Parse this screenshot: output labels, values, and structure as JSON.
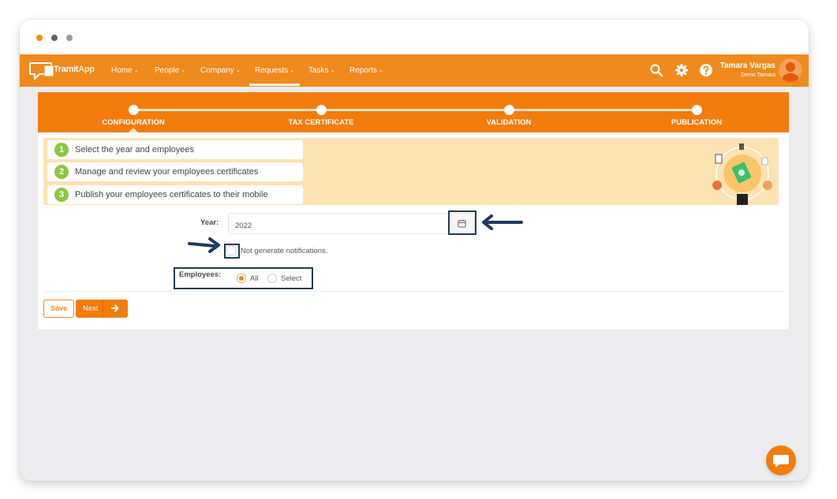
{
  "window": {
    "dots": [
      "orange",
      "gray",
      "gray"
    ],
    "dot_colors": [
      "#f08a1c",
      "#606060",
      "#9a9a9a"
    ]
  },
  "navbar": {
    "brand_bold": "Tramit",
    "brand_light": "App",
    "items": [
      {
        "label": "Home",
        "active": false
      },
      {
        "label": "People",
        "active": false
      },
      {
        "label": "Company",
        "active": false
      },
      {
        "label": "Requests",
        "active": true
      },
      {
        "label": "Tasks",
        "active": false
      },
      {
        "label": "Reports",
        "active": false
      }
    ],
    "chevron": "⌄",
    "icons": [
      "search-icon",
      "gear-icon",
      "help-icon"
    ],
    "user": {
      "name": "Tamara Vargas",
      "subtitle": "Demo Tamara"
    },
    "accent_color": "#f08a1c"
  },
  "stepper": {
    "steps": [
      {
        "label": "CONFIGURATION",
        "current": true
      },
      {
        "label": "TAX CERTIFICATE",
        "current": false
      },
      {
        "label": "VALIDATION",
        "current": false
      },
      {
        "label": "PUBLICATION",
        "current": false
      }
    ]
  },
  "banner": {
    "items": [
      {
        "number": "1",
        "text": "Select the year and employees"
      },
      {
        "number": "2",
        "text": "Manage and review your employees certificates"
      },
      {
        "number": "3",
        "text": "Publish your employees certificates to their mobile"
      }
    ]
  },
  "form": {
    "year_label": "Year:",
    "year_value": "2022",
    "notifications_label": "Not generate notifications.",
    "notifications_checked": false,
    "employees_label": "Employees:",
    "employees_options": [
      {
        "label": "All",
        "selected": true
      },
      {
        "label": "Select",
        "selected": false
      }
    ]
  },
  "actions": {
    "save_label": "Save",
    "next_label": "Next"
  },
  "annotations": {
    "highlight_color": "#1e3a5c"
  }
}
